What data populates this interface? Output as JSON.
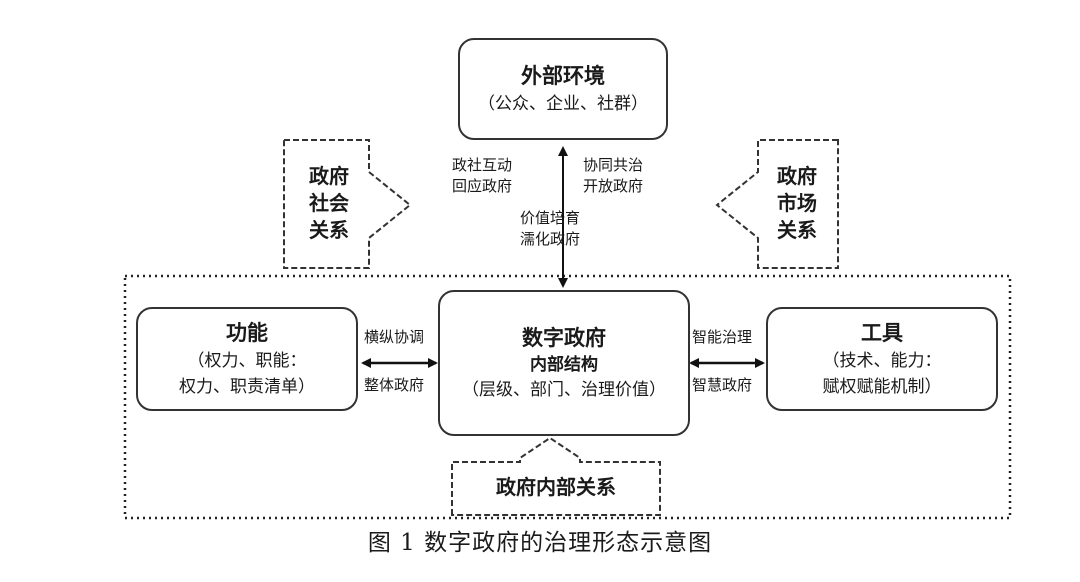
{
  "external_box": {
    "title": "外部环境",
    "subtitle": "（公众、企业、社群）"
  },
  "left_relation": {
    "lines": [
      "政府",
      "社会",
      "关系"
    ]
  },
  "right_relation": {
    "lines": [
      "政府",
      "市场",
      "关系"
    ]
  },
  "vertical_labels": {
    "left": [
      "政社互动",
      "回应政府"
    ],
    "right": [
      "协同共治",
      "开放政府"
    ],
    "lower": [
      "价值培育",
      "濡化政府"
    ]
  },
  "function_box": {
    "title": "功能",
    "lines": [
      "（权力、职能：",
      "权力、职责清单）"
    ]
  },
  "center_box": {
    "title": "数字政府",
    "subtitle": "内部结构",
    "line": "（层级、部门、治理价值）"
  },
  "tool_box": {
    "title": "工具",
    "lines": [
      "（技术、能力：",
      "赋权赋能机制）"
    ]
  },
  "left_link_labels": [
    "横纵协调",
    "整体政府"
  ],
  "right_link_labels": [
    "智能治理",
    "智慧政府"
  ],
  "internal_relation": {
    "label": "政府内部关系"
  },
  "caption": "图 1    数字政府的治理形态示意图",
  "colors": {
    "line": "#1a1a1a",
    "dash": "#333333",
    "box_border": "#333333"
  }
}
